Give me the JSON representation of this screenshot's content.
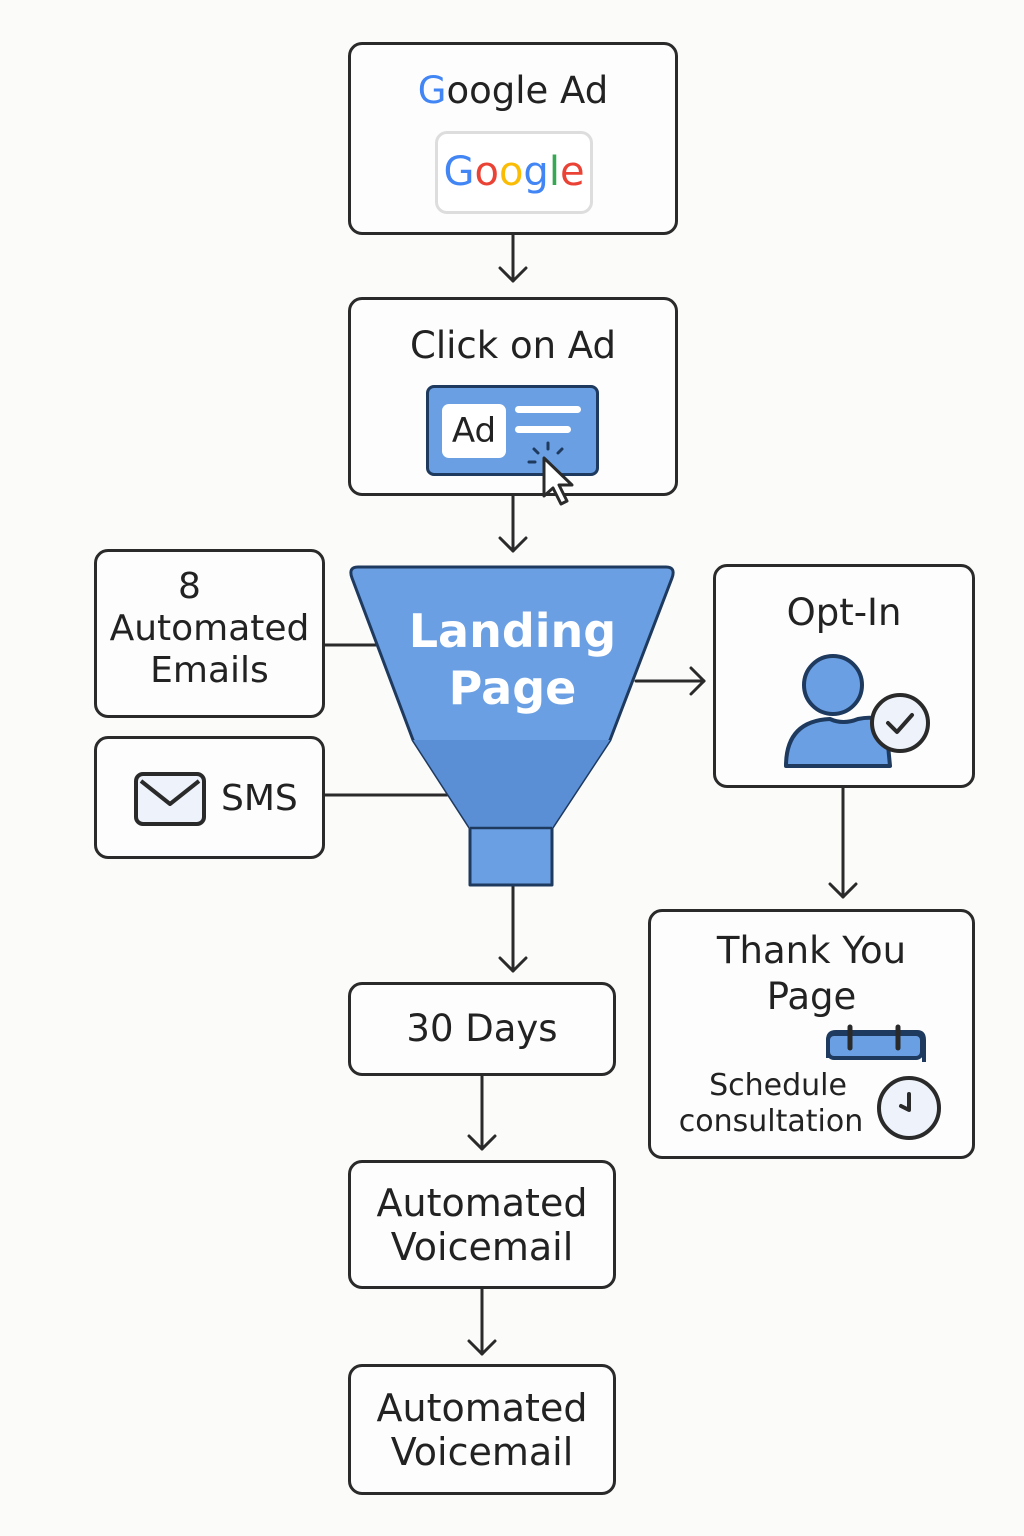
{
  "colors": {
    "accent": "#6a9fe3",
    "outline": "#1f3a5f",
    "line": "#2a2a2a"
  },
  "nodes": {
    "google_ad": {
      "title_first": "G",
      "title_rest": "oogle Ad",
      "logo": [
        "G",
        "o",
        "o",
        "g",
        "l",
        "e"
      ]
    },
    "click_on_ad": {
      "title": "Click on Ad",
      "ad_label": "Ad",
      "icon": "cursor-click-icon"
    },
    "landing_page": {
      "line1": "Landing",
      "line2": "Page"
    },
    "emails": {
      "line1": "8",
      "line2": "Automated",
      "line3": "Emails"
    },
    "sms": {
      "label": "SMS",
      "icon": "envelope-icon"
    },
    "opt_in": {
      "title": "Opt-In",
      "icon": "user-check-icon"
    },
    "thank_you": {
      "line1": "Thank You",
      "line2": "Page",
      "sub1": "Schedule",
      "sub2": "consultation",
      "icons": [
        "calendar-icon",
        "clock-icon"
      ]
    },
    "days": {
      "label": "30 Days"
    },
    "voicemail1": {
      "line1": "Automated",
      "line2": "Voicemail"
    },
    "voicemail2": {
      "line1": "Automated",
      "line2": "Voicemail"
    }
  }
}
